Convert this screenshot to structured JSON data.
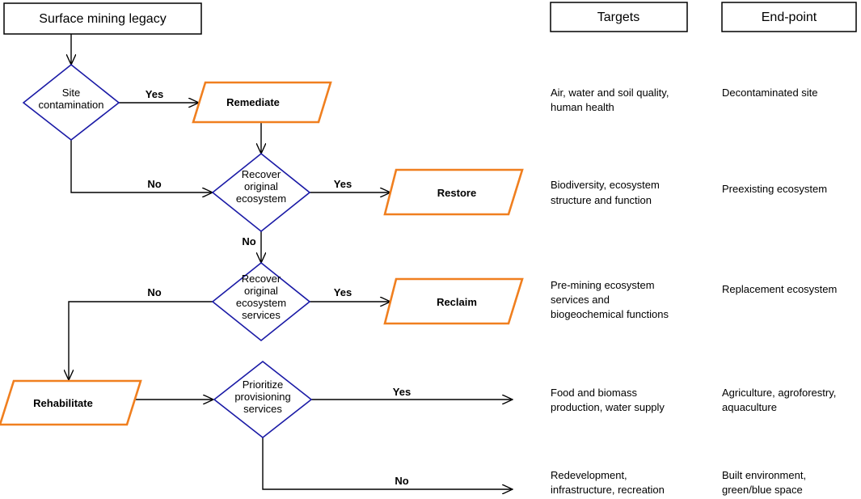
{
  "title": "Surface mining legacy",
  "headers": {
    "targets": "Targets",
    "endpoint": "End-point"
  },
  "decisions": {
    "site_contamination": [
      "Site",
      "contamination"
    ],
    "recover_ecosystem": [
      "Recover",
      "original",
      "ecosystem"
    ],
    "recover_services": [
      "Recover",
      "original",
      "ecosystem",
      "services"
    ],
    "prioritize": [
      "Prioritize",
      "provisioning",
      "services"
    ]
  },
  "actions": {
    "remediate": "Remediate",
    "restore": "Restore",
    "reclaim": "Reclaim",
    "rehabilitate": "Rehabilitate"
  },
  "edge_labels": {
    "contamination_yes": "Yes",
    "contamination_no": "No",
    "ecosystem_yes": "Yes",
    "ecosystem_no": "No",
    "services_yes": "Yes",
    "services_no": "No",
    "prioritize_yes": "Yes",
    "prioritize_no": "No"
  },
  "targets": {
    "row1": [
      "Air, water and soil quality,",
      "human health"
    ],
    "row2": [
      "Biodiversity, ecosystem",
      "structure and function"
    ],
    "row3": [
      "Pre-mining ecosystem",
      "services and",
      "biogeochemical functions"
    ],
    "row4": [
      "Food and biomass",
      "production, water supply"
    ],
    "row5": [
      "Redevelopment,",
      "infrastructure, recreation"
    ]
  },
  "endpoints": {
    "row1": [
      "Decontaminated site"
    ],
    "row2": [
      "Preexisting ecosystem"
    ],
    "row3": [
      "Replacement ecosystem"
    ],
    "row4": [
      "Agriculture, agroforestry,",
      "aquaculture"
    ],
    "row5": [
      "Built environment,",
      "green/blue space"
    ]
  },
  "colors": {
    "decision_stroke": "#1a1aa6",
    "action_stroke": "#f07f1f",
    "line": "#000000"
  }
}
